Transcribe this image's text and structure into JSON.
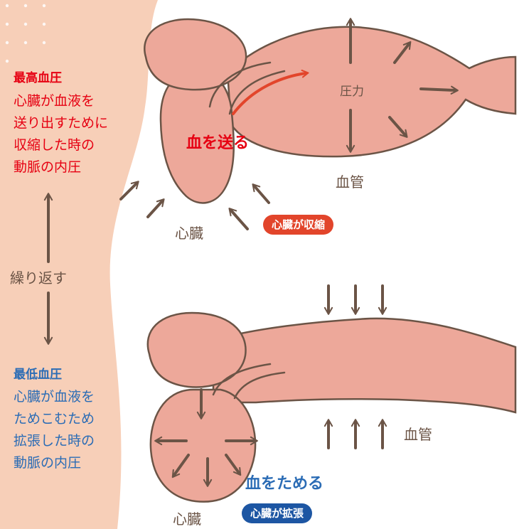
{
  "colors": {
    "sidebar_bg": "#f7cfb8",
    "organ_fill": "#eda89a",
    "outline": "#6b5446",
    "arrow": "#6b5446",
    "systolic_red": "#e60012",
    "diastolic_blue": "#2b6cb5",
    "red_pill": "#e2452b",
    "blue_pill": "#1d56a3",
    "flow_arrow": "#e2452b"
  },
  "sidebar": {
    "systolic": {
      "title": "最高血圧",
      "lines": [
        "心臓が血液を",
        "送り出すために",
        "収縮した時の",
        "動脈の内圧"
      ]
    },
    "repeat_label": "繰り返す",
    "diastolic": {
      "title": "最低血圧",
      "lines": [
        "心臓が血液を",
        "ためこむため",
        "拡張した時の",
        "動脈の内圧"
      ]
    }
  },
  "top_diagram": {
    "pressure_label": "圧力",
    "pump_label": "血を送る",
    "vessel_label": "血管",
    "heart_label": "心臓",
    "state_pill": "心臓が収縮"
  },
  "bottom_diagram": {
    "fill_label": "血をためる",
    "vessel_label": "血管",
    "heart_label": "心臓",
    "state_pill": "心臓が拡張"
  }
}
